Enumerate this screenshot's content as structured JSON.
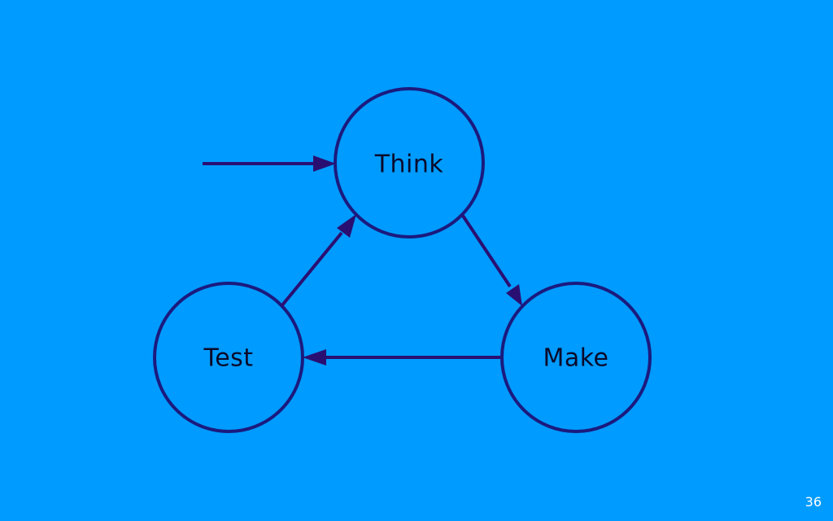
{
  "colors": {
    "background": "#009BFF",
    "stroke": "#1B1A7E",
    "arrow": "#2A0F72",
    "text": "#0A0A2A",
    "page_number": "#FFFFFF"
  },
  "diagram": {
    "nodes": [
      {
        "id": "think",
        "label": "Think"
      },
      {
        "id": "make",
        "label": "Make"
      },
      {
        "id": "test",
        "label": "Test"
      }
    ],
    "edges": [
      {
        "from": "entry",
        "to": "think"
      },
      {
        "from": "think",
        "to": "make"
      },
      {
        "from": "make",
        "to": "test"
      },
      {
        "from": "test",
        "to": "think"
      }
    ]
  },
  "page_number": "36"
}
